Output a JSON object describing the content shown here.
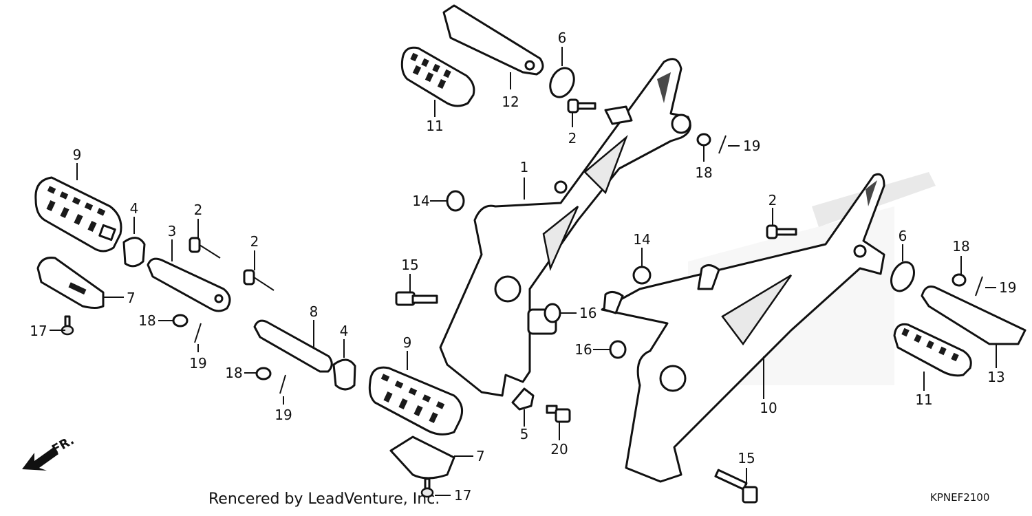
{
  "diagram": {
    "direction_label": "FR.",
    "credit": "Rencered by LeadVenture, Inc.",
    "diagram_code": "KPNEF2100",
    "callouts": [
      "1",
      "2",
      "2",
      "2",
      "2",
      "3",
      "4",
      "4",
      "5",
      "6",
      "6",
      "7",
      "7",
      "8",
      "9",
      "9",
      "10",
      "11",
      "11",
      "12",
      "13",
      "14",
      "14",
      "15",
      "15",
      "16",
      "16",
      "17",
      "17",
      "18",
      "18",
      "18",
      "18",
      "19",
      "19",
      "19",
      "19",
      "20"
    ]
  }
}
